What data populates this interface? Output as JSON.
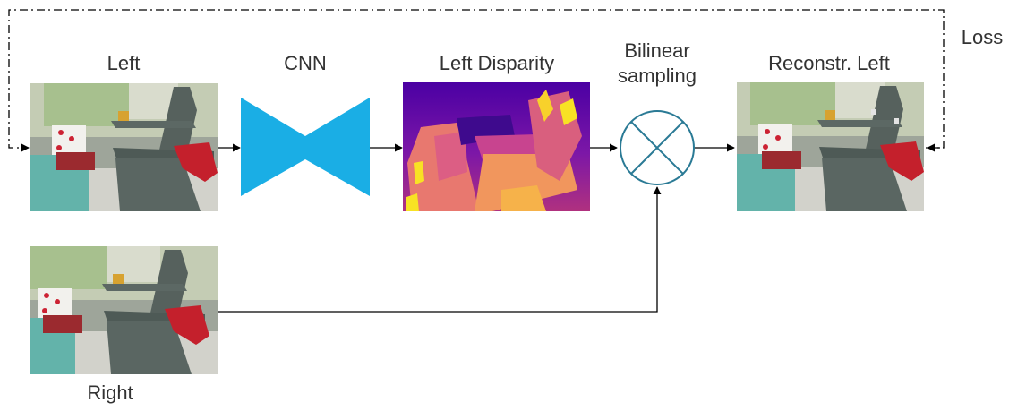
{
  "labels": {
    "left": "Left",
    "cnn": "CNN",
    "left_disparity": "Left Disparity",
    "bilinear_line1": "Bilinear",
    "bilinear_line2": "sampling",
    "reconstr_left": "Reconstr. Left",
    "loss": "Loss",
    "right": "Right"
  },
  "colors": {
    "cnn_fill": "#1aaee5",
    "sampler_stroke": "#2a7a95",
    "line": "#000000",
    "label_text": "#333333",
    "disparity_far": "#4b00a3",
    "disparity_mid": "#d1449a",
    "disparity_near": "#f9a73a",
    "disparity_nearest": "#f8e224"
  },
  "icons": {
    "cnn": "hourglass-encoder-decoder-icon",
    "sampler": "circle-cross-icon"
  }
}
